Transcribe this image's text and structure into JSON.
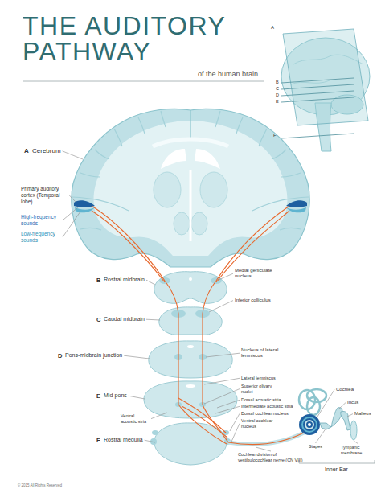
{
  "diagram": {
    "title": "THE AUDITORY PATHWAY",
    "labels": [
      "of the human brain",
      "A",
      "B",
      "C",
      "D",
      "E",
      "F",
      "A",
      "Cerebrum",
      "Primary auditory cortex (Temporal lobe)",
      "High-frequency sounds",
      "Low-frequency sounds",
      "B",
      "Rostral midbrain",
      "Medial geniculate nucleus",
      "Inferior colliculus",
      "C",
      "Caudal midbrain",
      "D",
      "Pons-midbrain junction",
      "Nucleus of lateral lemniscus",
      "Lateral lemniscus",
      "Cochlea",
      "Superior olivary nuclei",
      "E",
      "Mid-pons",
      "Incus",
      "Dorsal acoustic stria",
      "Intermediate acoustic stria",
      "Malleus",
      "Dorsal cochlear nucleus",
      "Ventral acoustic stria",
      "Ventral cochlear nucleus",
      "F",
      "Rostral medulla",
      "Tympanic membrane",
      "Stapes",
      "Cochlear division of vestibulocochlear nerve (CN VIII)",
      "Inner Ear",
      "© 2015 All Rights Reserved"
    ]
  }
}
